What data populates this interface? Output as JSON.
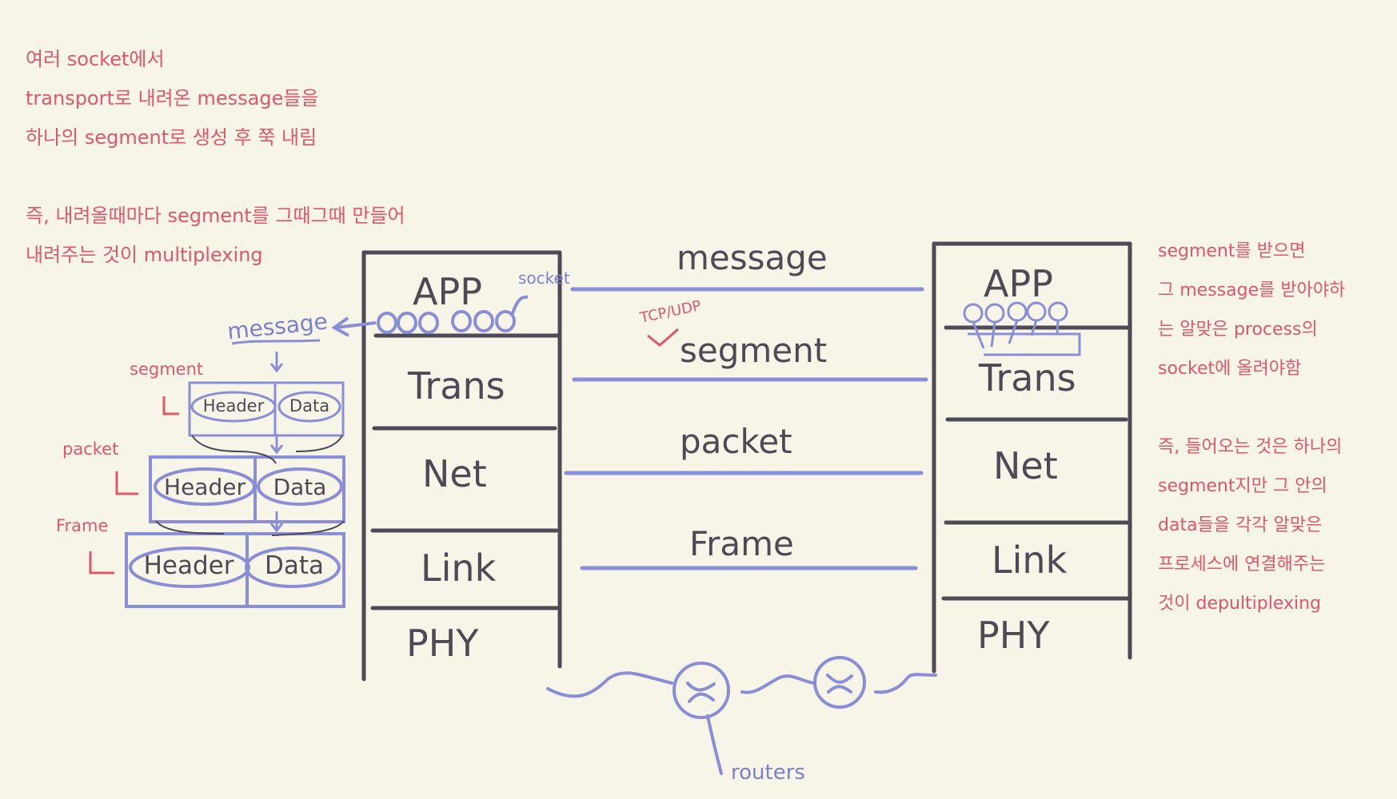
{
  "notes": {
    "multiplexing": [
      "여러 socket에서",
      "transport로 내려온 message들을",
      "하나의 segment로 생성 후 쭉 내림",
      "",
      "즉, 내려올때마다 segment를 그때그때 만들어",
      "내려주는 것이 multiplexing"
    ],
    "demultiplexing": [
      "segment를 받으면",
      "그 message를 받아야하",
      "는 알맞은 process의",
      "socket에 올려야함",
      "",
      "즉, 들어오는 것은 하나의",
      "segment지만 그 안의",
      "data들을 각각 알맞은",
      "프로세스에 연결해주는",
      "것이 depultiplexing"
    ]
  },
  "stack_left": {
    "layers": [
      "APP",
      "Trans",
      "Net",
      "Link",
      "PHY"
    ]
  },
  "stack_right": {
    "layers": [
      "APP",
      "Trans",
      "Net",
      "Link",
      "PHY"
    ]
  },
  "middle_labels": [
    "message",
    "segment",
    "packet",
    "Frame"
  ],
  "annotations": {
    "socket": "socket",
    "tcp_udp": "TCP/UDP",
    "message_handwritten": "message",
    "routers": "routers"
  },
  "encapsulation": {
    "segment_label": "segment",
    "packet_label": "packet",
    "frame_label": "Frame",
    "header": "Header",
    "data": "Data"
  },
  "colors": {
    "background": "#f7f5e8",
    "red_ink": "#e0566a",
    "blue_ink": "#7b7fd0",
    "dark_ink": "#4e4a55"
  }
}
